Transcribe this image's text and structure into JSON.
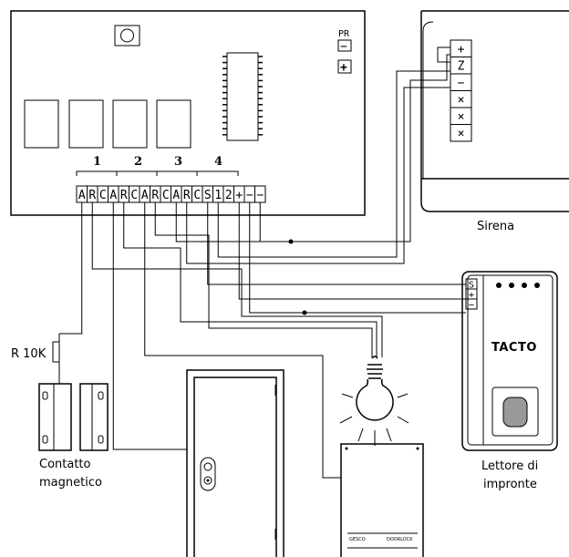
{
  "control_panel": {
    "channel_numbers": [
      "1",
      "2",
      "3",
      "4"
    ],
    "terminals": [
      "A",
      "R",
      "C",
      "A",
      "R",
      "C",
      "A",
      "R",
      "C",
      "A",
      "R",
      "C",
      "S",
      "1",
      "2",
      "+",
      "−",
      "−"
    ],
    "pr_label": "PR",
    "pr_minus": "−",
    "pr_plus": "+"
  },
  "siren": {
    "label": "Sirena",
    "terminals": [
      "+",
      "Z",
      "−",
      "×",
      "×",
      "×"
    ]
  },
  "fingerprint_reader": {
    "label_line1": "Lettore di",
    "label_line2": "impronte",
    "brand": "TACTO",
    "terminals": [
      "S",
      "+",
      "−"
    ]
  },
  "magnetic_contact": {
    "label_line1": "Contatto",
    "label_line2": "magnetico"
  },
  "resistor": {
    "label": "R 10K"
  },
  "lock_box": {
    "brand_left": "GESCO",
    "brand_right": "DOORLOCK"
  },
  "icons": [
    "door-icon",
    "light-bulb-icon",
    "keyhole-icon",
    "fingerprint-sensor-icon",
    "magnetic-contact-icon",
    "resistor-icon",
    "relay-icon",
    "chip-icon"
  ]
}
